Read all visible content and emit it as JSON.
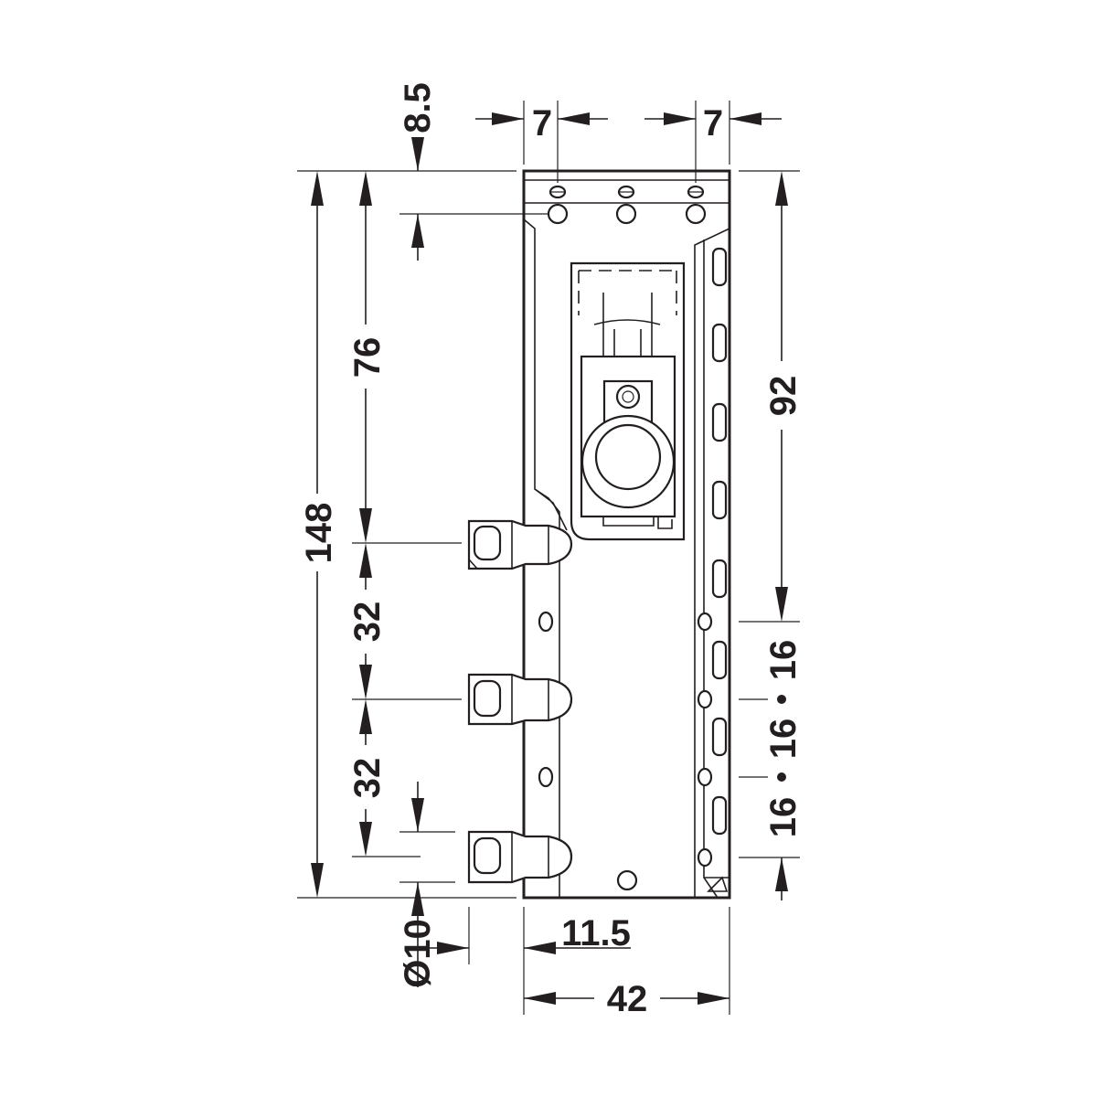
{
  "dimensions": {
    "top_offset": "8.5",
    "left_margin_top": "7",
    "right_margin_top": "7",
    "overall_height": "148",
    "upper_height": "76",
    "right_height": "92",
    "pitch_1": "32",
    "pitch_2": "32",
    "right_pitch_1": "16",
    "right_pitch_2": "16",
    "right_pitch_3": "16",
    "pin_diameter": "Ø10",
    "pin_offset": "11.5",
    "overall_width": "42"
  },
  "colors": {
    "line": "#231f20",
    "background": "#ffffff"
  }
}
